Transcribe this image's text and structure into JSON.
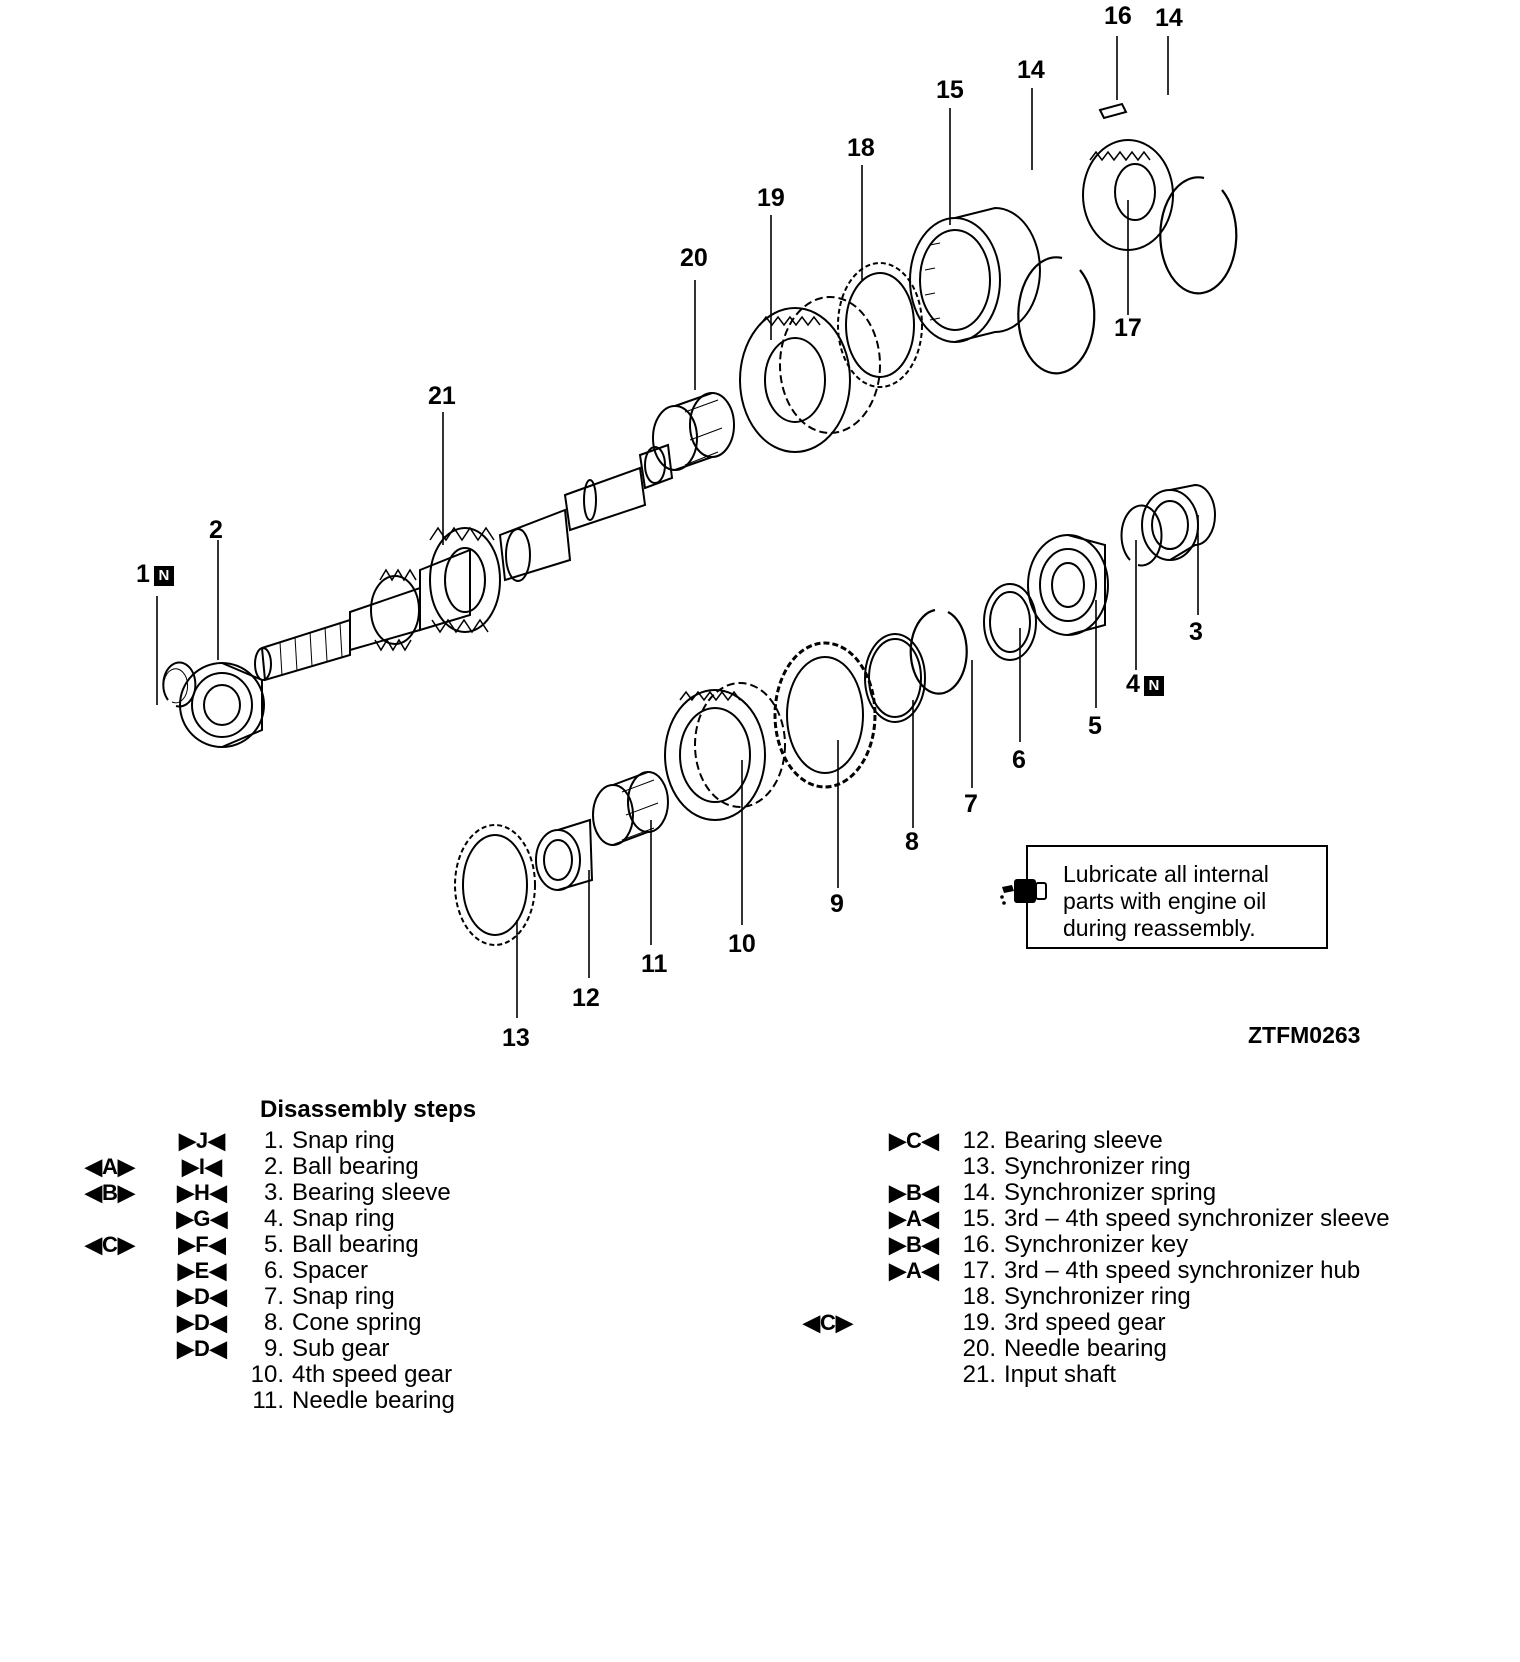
{
  "callouts": {
    "p1": "1",
    "p2": "2",
    "p3": "3",
    "p4": "4",
    "p5": "5",
    "p6": "6",
    "p7": "7",
    "p8": "8",
    "p9": "9",
    "p10": "10",
    "p11": "11",
    "p12": "12",
    "p13": "13",
    "p14a": "14",
    "p14b": "14",
    "p15": "15",
    "p16": "16",
    "p17": "17",
    "p18": "18",
    "p19": "19",
    "p20": "20",
    "p21": "21",
    "new_badge": "N"
  },
  "figure_code": "ZTFM0263",
  "note": {
    "icon": "oil-can-icon",
    "line1": "Lubricate all internal",
    "line2": "parts with engine oil",
    "line3": "during reassembly."
  },
  "steps_title": "Disassembly steps",
  "steps_left": [
    {
      "m1": "",
      "m2": "▶J◀",
      "num": "1.",
      "label": "Snap ring"
    },
    {
      "m1": "◀A▶",
      "m2": "▶I◀",
      "num": "2.",
      "label": "Ball bearing"
    },
    {
      "m1": "◀B▶",
      "m2": "▶H◀",
      "num": "3.",
      "label": "Bearing sleeve"
    },
    {
      "m1": "",
      "m2": "▶G◀",
      "num": "4.",
      "label": "Snap ring"
    },
    {
      "m1": "◀C▶",
      "m2": "▶F◀",
      "num": "5.",
      "label": "Ball bearing"
    },
    {
      "m1": "",
      "m2": "▶E◀",
      "num": "6.",
      "label": "Spacer"
    },
    {
      "m1": "",
      "m2": "▶D◀",
      "num": "7.",
      "label": "Snap ring"
    },
    {
      "m1": "",
      "m2": "▶D◀",
      "num": "8.",
      "label": "Cone spring"
    },
    {
      "m1": "",
      "m2": "▶D◀",
      "num": "9.",
      "label": "Sub gear"
    },
    {
      "m1": "",
      "m2": "",
      "num": "10.",
      "label": "4th speed gear"
    },
    {
      "m1": "",
      "m2": "",
      "num": "11.",
      "label": "Needle bearing"
    }
  ],
  "steps_right": [
    {
      "m1": "",
      "m2": "▶C◀",
      "num": "12.",
      "label": "Bearing sleeve"
    },
    {
      "m1": "",
      "m2": "",
      "num": "13.",
      "label": "Synchronizer ring"
    },
    {
      "m1": "",
      "m2": "▶B◀",
      "num": "14.",
      "label": "Synchronizer spring"
    },
    {
      "m1": "",
      "m2": "▶A◀",
      "num": "15.",
      "label": "3rd – 4th speed synchronizer sleeve"
    },
    {
      "m1": "",
      "m2": "▶B◀",
      "num": "16.",
      "label": "Synchronizer key"
    },
    {
      "m1": "",
      "m2": "▶A◀",
      "num": "17.",
      "label": "3rd – 4th speed synchronizer hub"
    },
    {
      "m1": "",
      "m2": "",
      "num": "18.",
      "label": "Synchronizer ring"
    },
    {
      "m1": "◀C▶",
      "m2": "",
      "num": "19.",
      "label": "3rd speed gear"
    },
    {
      "m1": "",
      "m2": "",
      "num": "20.",
      "label": "Needle bearing"
    },
    {
      "m1": "",
      "m2": "",
      "num": "21.",
      "label": "Input shaft"
    }
  ]
}
